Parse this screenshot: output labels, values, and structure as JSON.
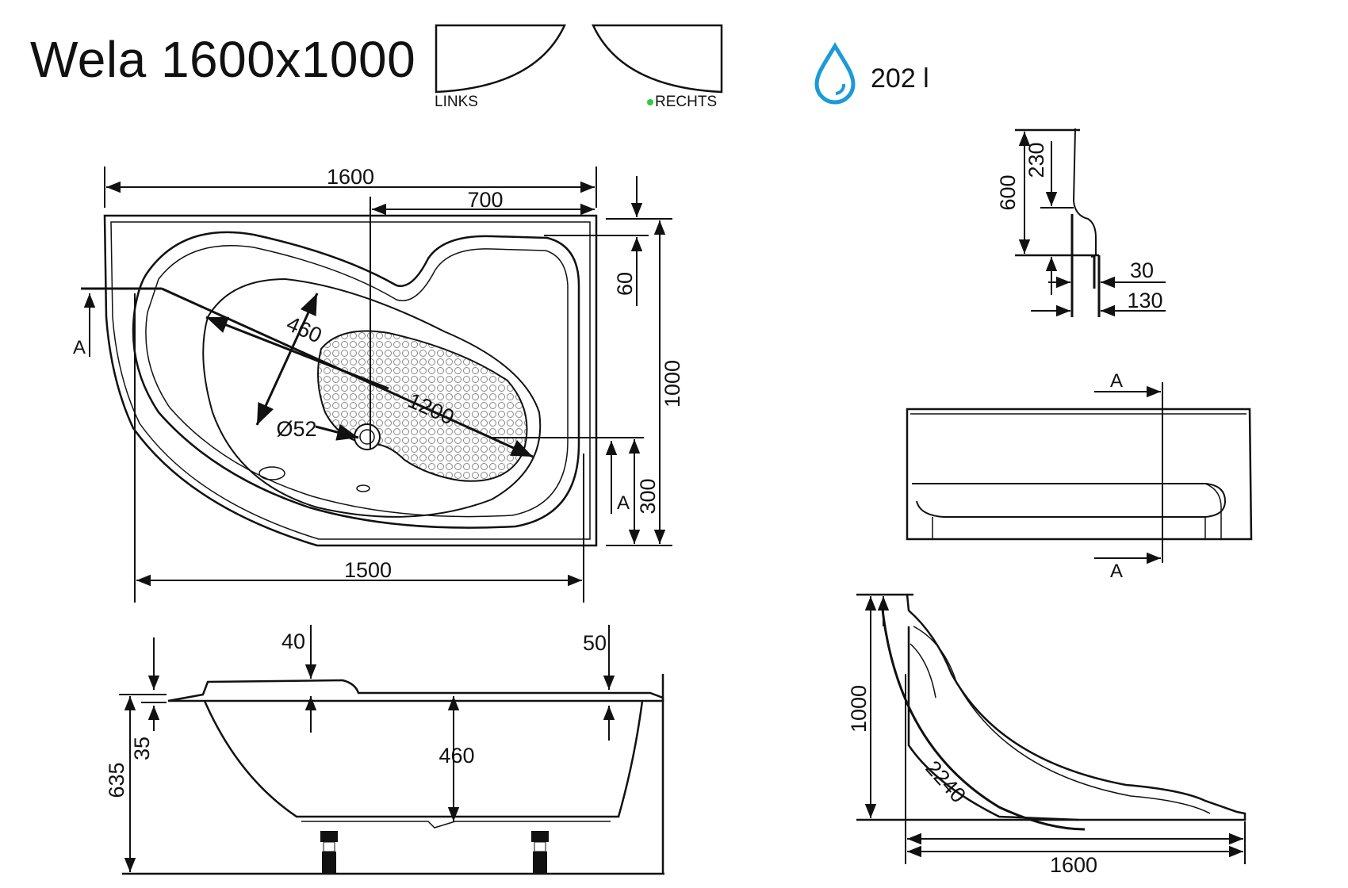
{
  "header": {
    "title": "Wela 1600x1000",
    "variant_left": "LINKS",
    "variant_right": "RECHTS",
    "volume": "202 l"
  },
  "icons": {
    "water": "water-drop-icon"
  },
  "colors": {
    "accent": "#1a9bd7",
    "selected_dot": "#2ecc40",
    "line": "#111111"
  },
  "plan_dims": {
    "width": "1600",
    "offset": "700",
    "depth": "1000",
    "rim": "60",
    "drain_offset": "300",
    "bottom": "1500",
    "seat_width": "460",
    "diagonal": "1200",
    "drain": "Ø52",
    "section_mark": "A"
  },
  "side_dims": {
    "armrest": "40",
    "right_rim": "50",
    "inner_depth": "460",
    "rim_step": "35",
    "height": "635"
  },
  "profile_dims": {
    "panel_height": "600",
    "panel_top": "230",
    "gap": "30",
    "overlap": "130"
  },
  "front_view": {
    "section_top": "A",
    "section_bottom": "A"
  },
  "curve_dims": {
    "height": "1000",
    "arc": "2240",
    "length": "1600"
  }
}
